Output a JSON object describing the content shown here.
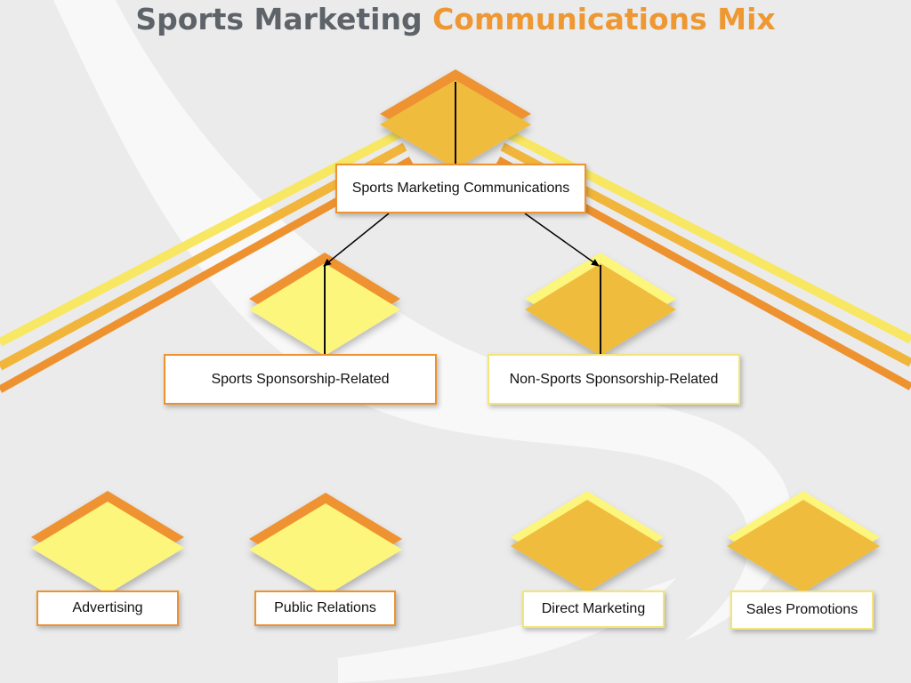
{
  "title": {
    "part_a": "Sports Marketing",
    "part_b": "Communications Mix"
  },
  "colors": {
    "orange": "#ee9230",
    "gold": "#f0bc3e",
    "light_yellow": "#fcf67c",
    "yellow_stripe": "#f8e763",
    "title_gray": "#5d6369",
    "title_orange": "#ee9833"
  },
  "nodes": {
    "root": {
      "label": "Sports Marketing Communications"
    },
    "sponsorship": {
      "label": "Sports Sponsorship-Related"
    },
    "non_sponsorship": {
      "label": "Non-Sports Sponsorship-Related"
    },
    "advertising": {
      "label": "Advertising"
    },
    "public_relations": {
      "label": "Public Relations"
    },
    "direct_marketing": {
      "label": "Direct Marketing"
    },
    "sales_promotions": {
      "label": "Sales Promotions"
    }
  }
}
